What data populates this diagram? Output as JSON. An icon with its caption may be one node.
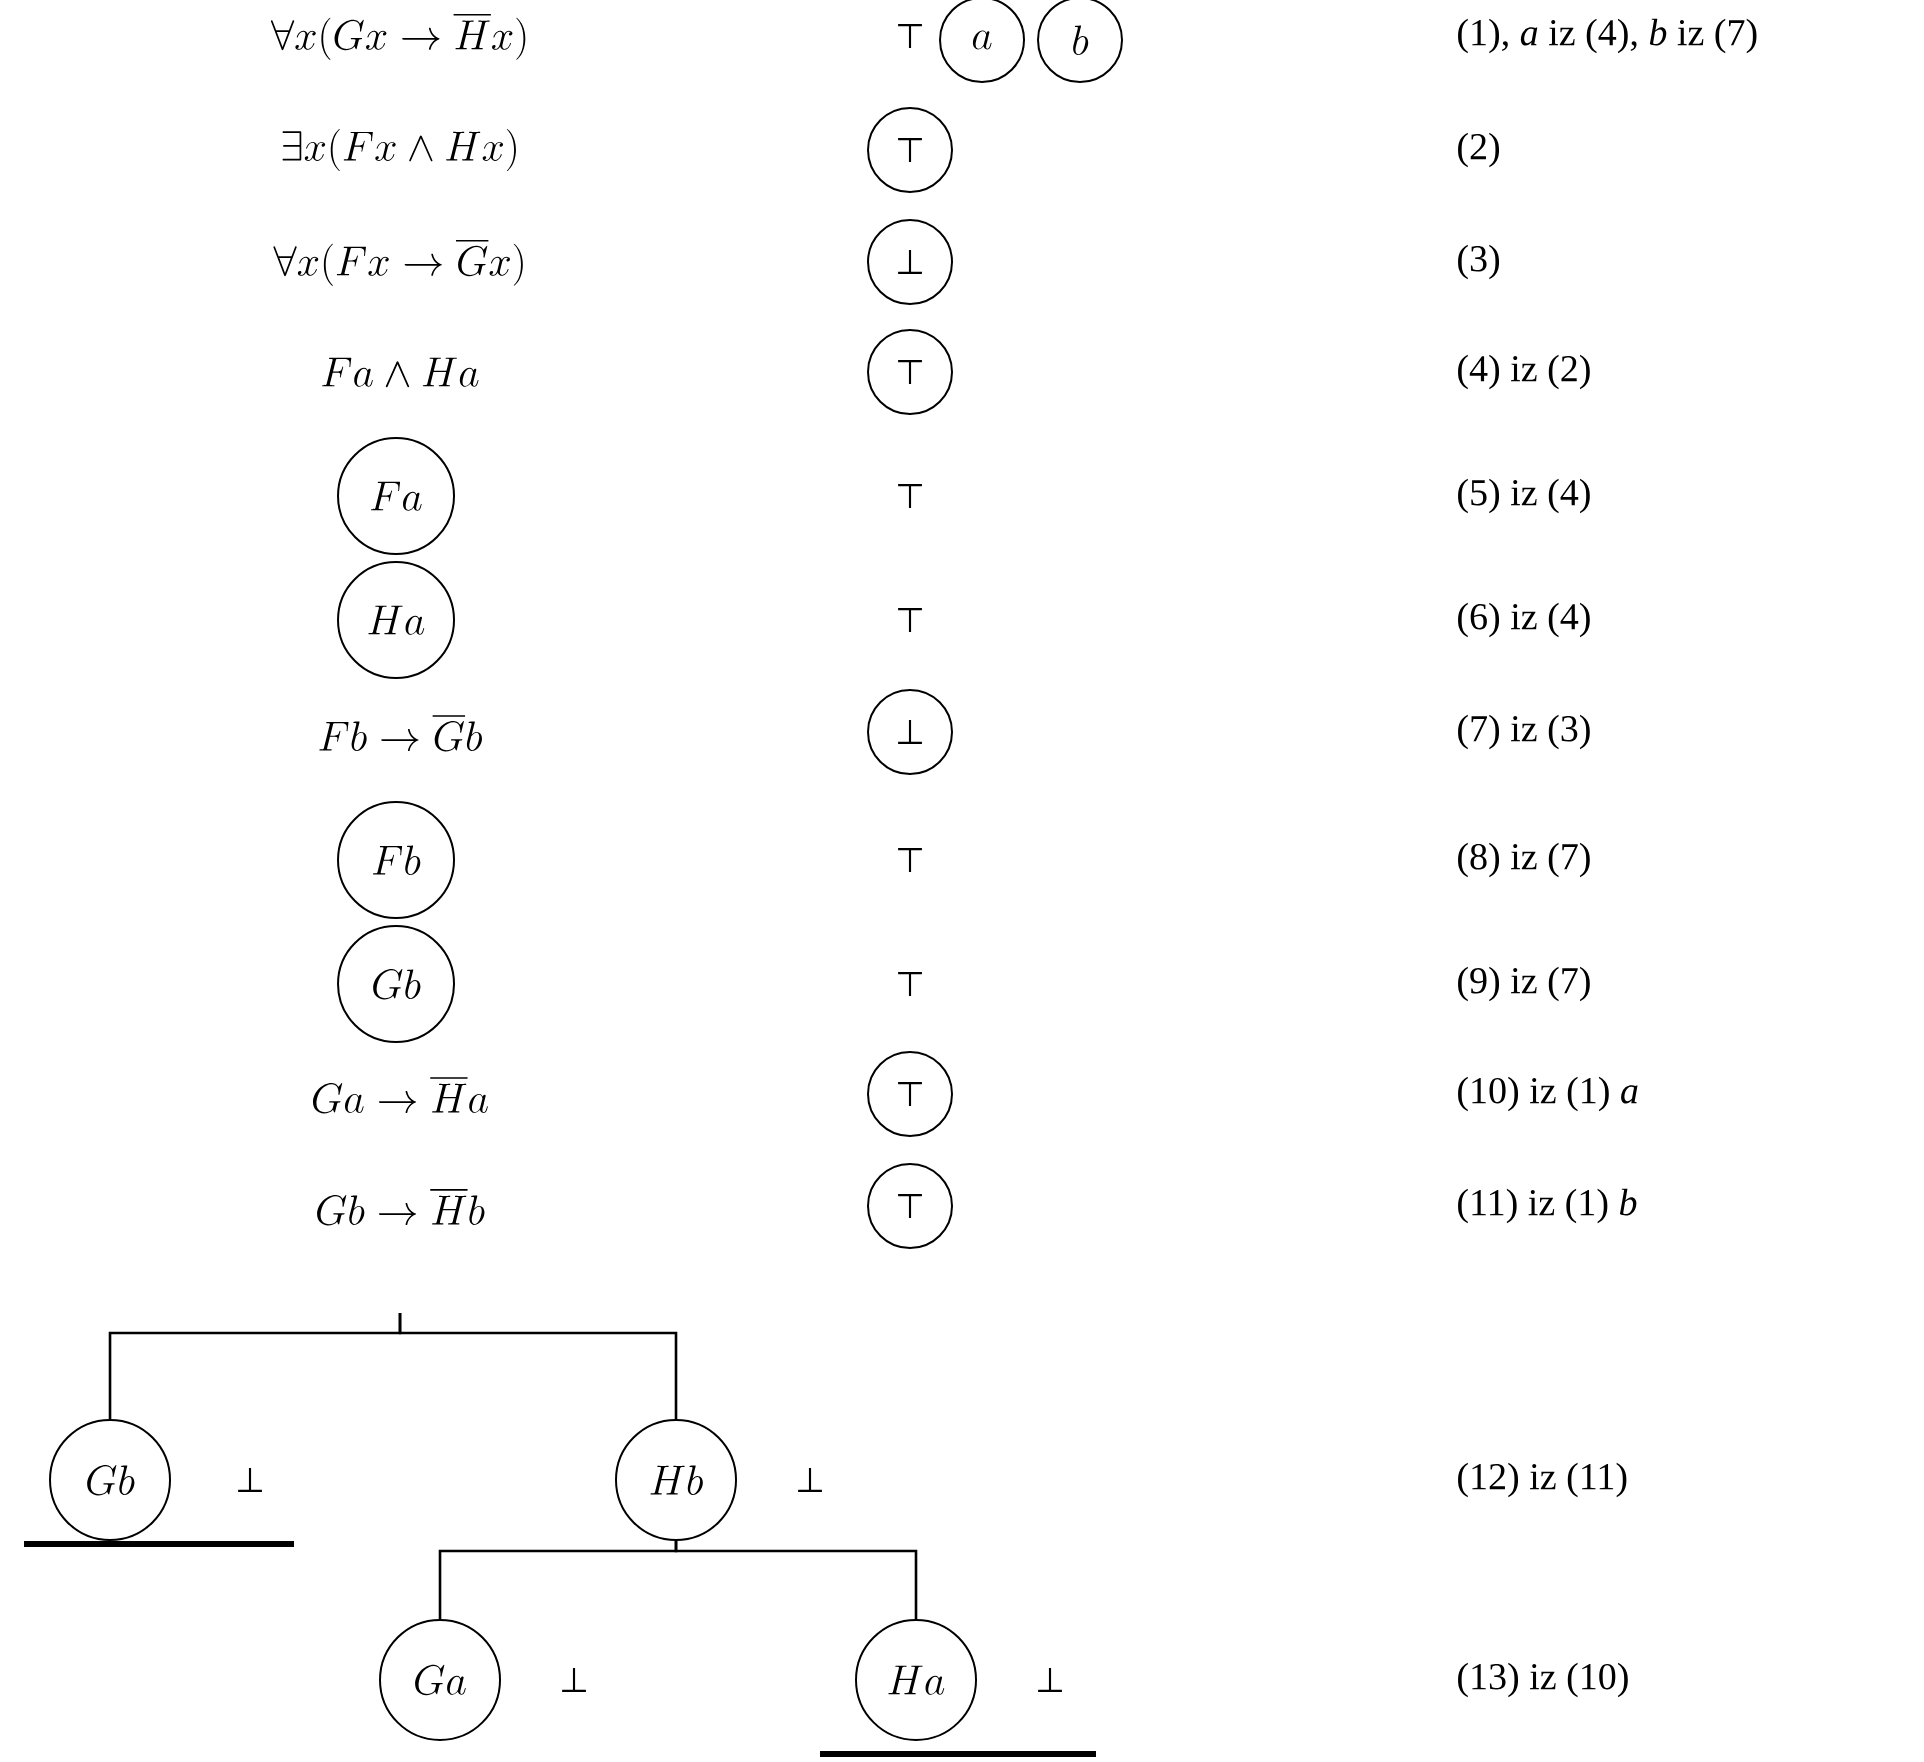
{
  "diagram": {
    "nodes": [
      {
        "text": [
          "\\forall x(Gx \\to \\overline{H}x)"
        ]
      },
      {
        "text": [
          "a"
        ]
      },
      {
        "text": [
          "b"
        ]
      },
      {
        "text": [
          "\\exists x(Fx \\wedge Hx)"
        ]
      },
      {
        "text": [
          "⊤"
        ]
      },
      {
        "text": [
          "\\forall x(Fx \\to \\overline{G}x)"
        ]
      },
      {
        "text": [
          "⊥"
        ]
      },
      {
        "text": [
          "Fa \\wedge Ha"
        ]
      },
      {
        "text": [
          "⊤"
        ]
      },
      {
        "text": [
          "Fa"
        ]
      },
      {
        "text": [
          "Ha"
        ]
      },
      {
        "text": [
          "Fb \\to \\overline{G}b"
        ]
      },
      {
        "text": [
          "⊥"
        ]
      },
      {
        "text": [
          "Fb"
        ]
      },
      {
        "text": [
          "Gb"
        ]
      },
      {
        "text": [
          "Ga \\to \\overline{H}a"
        ]
      },
      {
        "text": [
          "⊤"
        ]
      },
      {
        "text": [
          "Gb \\to \\overline{H}b"
        ]
      },
      {
        "text": [
          "⊤"
        ]
      },
      {
        "text": [
          "Gb"
        ],
        "beside": [
          "⊥"
        ]
      },
      {
        "text": [
          "Hb"
        ],
        "beside": [
          "⊥"
        ]
      },
      {
        "text": [
          "Ga"
        ],
        "beside": [
          "⊥"
        ]
      },
      {
        "text": [
          "Ha"
        ],
        "beside": [
          "⊥"
        ]
      }
    ],
    "edges": [
      {
        "from": 17,
        "to": 19,
        "arrow": "none"
      },
      {
        "from": 17,
        "to": 20,
        "arrow": "none"
      },
      {
        "from": 20,
        "to": 21,
        "arrow": "none"
      },
      {
        "from": 20,
        "to": 22,
        "arrow": "none"
      }
    ],
    "labels": [
      "⊤",
      "(1), *a* iz (4), *b* iz (7)",
      "(2)",
      "(3)",
      "(4) iz (2)",
      "⊤",
      "(5) iz (4)",
      "⊤",
      "(6) iz (4)",
      "(7) iz (3)",
      "⊤",
      "(8) iz (7)",
      "⊤",
      "(9) iz (7)",
      "(10) iz (1) *a*",
      "(11) iz (1) *b*",
      "(12) iz (11)",
      "(13) iz (10)"
    ]
  }
}
